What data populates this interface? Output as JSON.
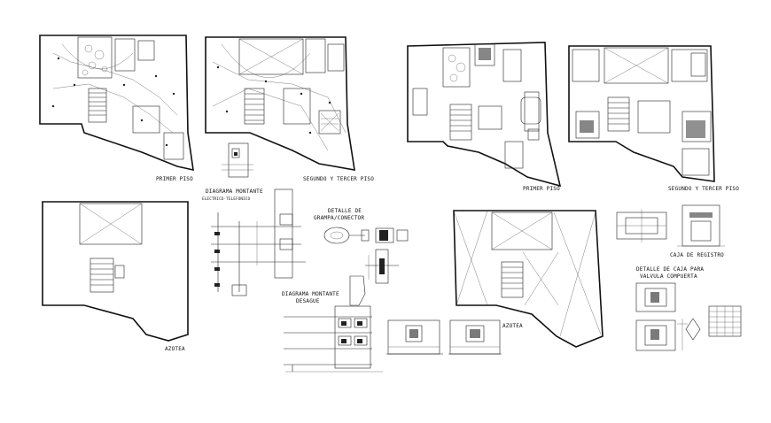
{
  "drawing": {
    "labels": {
      "primer_piso_1": "PRIMER PISO",
      "segundo_tercer_1": "SEGUNDO Y TERCER PISO",
      "primer_piso_2": "PRIMER PISO",
      "segundo_tercer_2": "SEGUNDO Y TERCER PISO",
      "azotea_1": "AZOTEA",
      "azotea_2": "AZOTEA",
      "diagrama_electrico_1": "DIAGRAMA MONTANTE",
      "diagrama_electrico_2": "ELECTRICO-TELEFONICO",
      "detalle_grampa_1": "DETALLE DE",
      "detalle_grampa_2": "GRAMPA/CONECTOR",
      "diagrama_desague_1": "DIAGRAMA MONTANTE",
      "diagrama_desague_2": "DESAGUE",
      "caja_registro": "CAJA DE REGISTRO",
      "detalle_caja_1": "DETALLE DE CAJA PARA",
      "detalle_caja_2": "VALVULA COMPUERTA"
    },
    "colors": {
      "line": "#111111",
      "background": "#ffffff",
      "fill": "#222222"
    }
  }
}
